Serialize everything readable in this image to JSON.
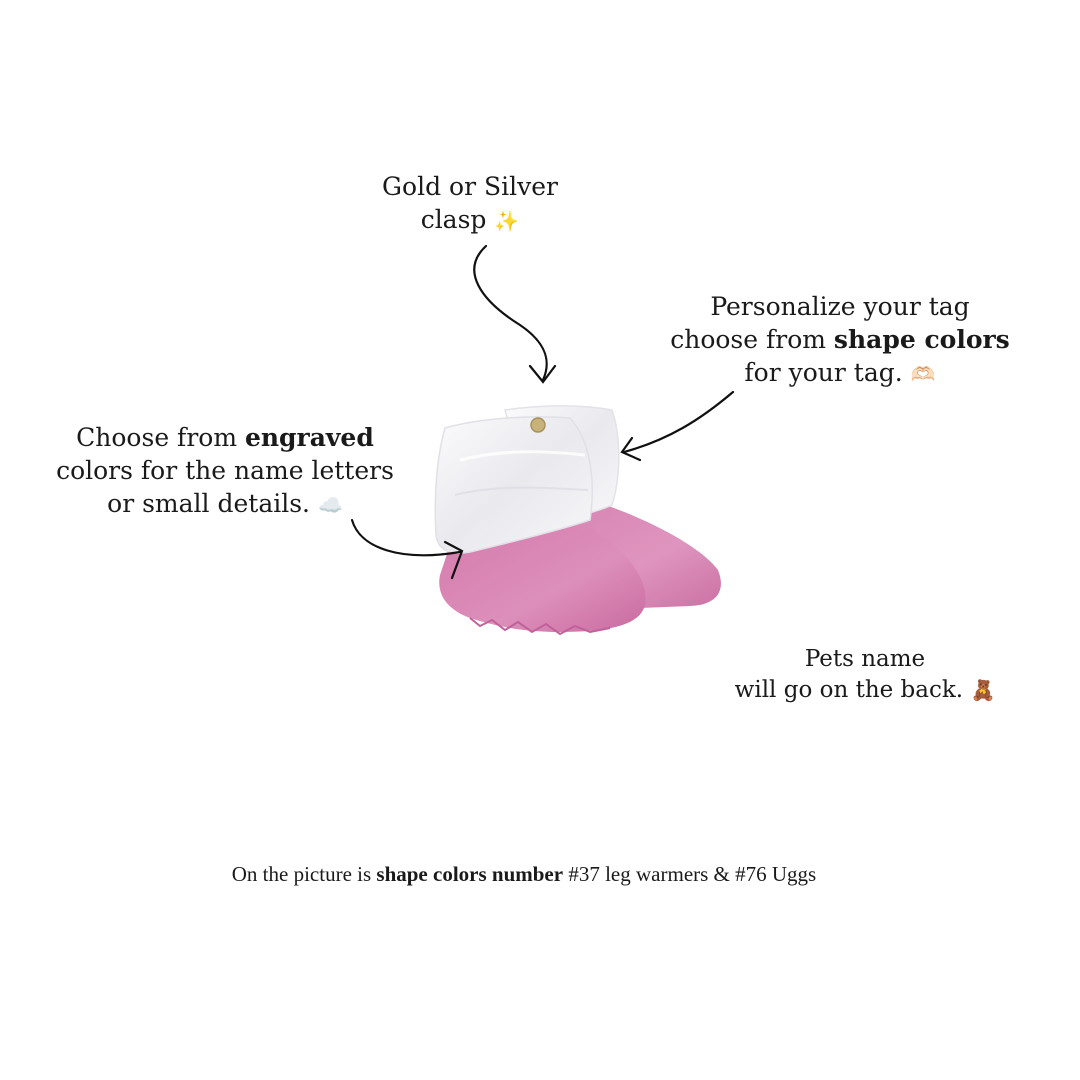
{
  "callouts": {
    "clasp": {
      "line1": "Gold or Silver",
      "line2": "clasp",
      "emoji": "✨"
    },
    "shape": {
      "line1": "Personalize your tag",
      "line2_pre": "choose from ",
      "line2_bold": "shape colors",
      "line3": "for your tag.",
      "emoji": "🫶🏻"
    },
    "engraved": {
      "line1_pre": "Choose from ",
      "line1_bold": "engraved",
      "line2": "colors for the name letters",
      "line3": "or small details.",
      "emoji": "☁️"
    },
    "back": {
      "line1": "Pets name",
      "line2": "will go on the back.",
      "emoji": "🧸"
    }
  },
  "caption": {
    "pre": "On the picture is ",
    "bold": "shape colors number",
    "post": " #37 leg warmers & #76 Uggs"
  },
  "colors": {
    "warmer": "#f1f1f3",
    "boot": "#d57aad",
    "clasp": "#c9b27a",
    "arrow": "#111111"
  }
}
